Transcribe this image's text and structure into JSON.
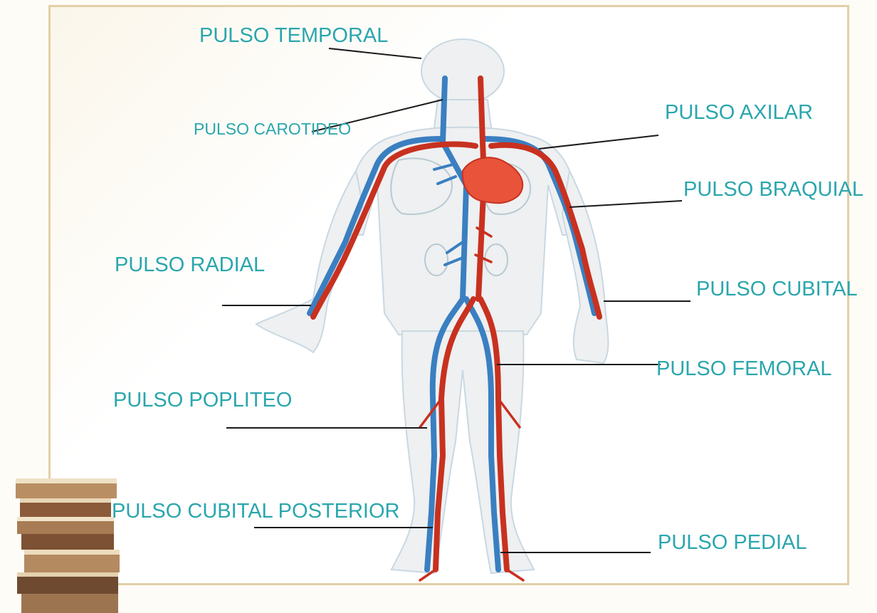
{
  "labels": {
    "temporal": "PULSO TEMPORAL",
    "carotideo": "PULSO CAROTIDEO",
    "axilar": "PULSO AXILAR",
    "braquial": "PULSO BRAQUIAL",
    "radial": "PULSO RADIAL",
    "cubital": "PULSO CUBITAL",
    "femoral": "PULSO FEMORAL",
    "popliteo": "PULSO POPLITEO",
    "cubital_posterior": "PULSO CUBITAL POSTERIOR",
    "pedial": "PULSO PEDIAL"
  },
  "colors": {
    "label_text": "#2aa6ad",
    "artery": "#c8311f",
    "vein": "#3a7fc1",
    "heart": "#e8533a",
    "body_fill": "#eef0f1",
    "frame_border": "#e2cfa6",
    "leader_line": "#1a1a1a"
  }
}
